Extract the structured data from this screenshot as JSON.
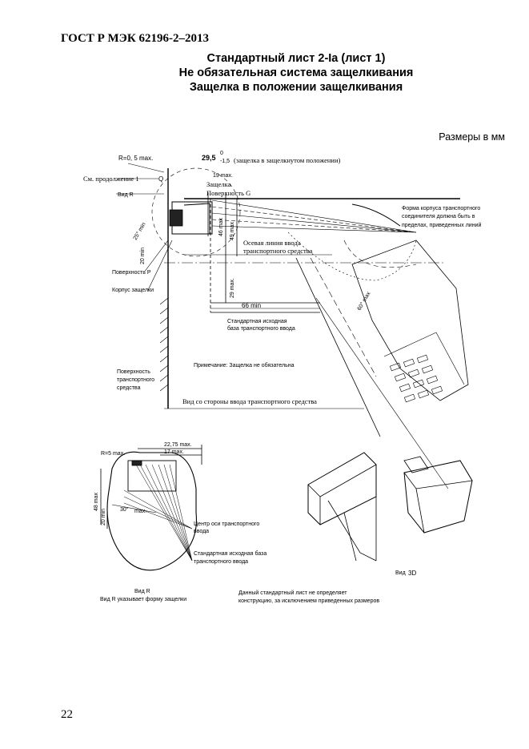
{
  "header": {
    "doc_code": "ГОСТ Р МЭК 62196-2–2013"
  },
  "title": {
    "line1": "Стандартный лист 2-Ia (лист 1)",
    "line2": "Не обязательная система защелкивания",
    "line3": "Защелка в положении защелкивания"
  },
  "units_note": "Размеры в мм",
  "drawing": {
    "r_top": "R=0, 5 max.",
    "dim_29_5": "29,5",
    "tol_up": "0",
    "tol_low": "-1,5",
    "latch_closed": "(защелка в защелкнутом положении)",
    "see_continuation": "См. продолжение 1",
    "q_mark": "Q",
    "view_r_arrow": "Вид  R",
    "dim_19": "19 max.",
    "latch_label": "Защелка",
    "surface_g": "Поверхность G",
    "dim_46": "46 max",
    "dim_49": "49 max",
    "angle_25": "25° min",
    "dim_20_top": "20 min",
    "axis_label_1": "Осевая линия ввода",
    "axis_label_2": "транспортного средства",
    "dim_29": "29 max.",
    "surface_p": "Поверхность P",
    "latch_body": "Корпус защелки",
    "dim_66": "66 min",
    "angle_60": "60° max",
    "std_base_1": "Стандартная исходная",
    "std_base_2": "база транспортного ввода",
    "shape_note_1": "Форма корпуса транспортного",
    "shape_note_2": "соединителя должна быть в",
    "shape_note_3": "пределах, приведенных линий",
    "note_optional": "Примечание: Защелка не обязательна",
    "vehicle_surface_1": "Поверхность",
    "vehicle_surface_2": "транспортного",
    "vehicle_surface_3": "средства",
    "view_vehicle_side": "Вид со стороны ввода транспортного средства",
    "r5": "R=5 max.",
    "dim_22_75": "22,75 max.",
    "dim_17": "17 max.",
    "dim_48": "48 max",
    "angle_30": "30°",
    "max_small": "max.",
    "dim_20_low": "20 min",
    "center_axis_1": "Центр оси транспортного",
    "center_axis_2": "ввода",
    "std_base_low_1": "Стандартная исходная база",
    "std_base_low_2": "транспортного ввода",
    "view_r_title": "Вид  R",
    "view_r_desc": "Вид R указывает форму защелки",
    "view_3d_prefix": "Вид",
    "view_3d": "3D",
    "sheet_note_1": "Данный стандартный лист не определяет",
    "sheet_note_2": "конструкцию, за исключением приведенных размеров"
  },
  "page_number": "22"
}
